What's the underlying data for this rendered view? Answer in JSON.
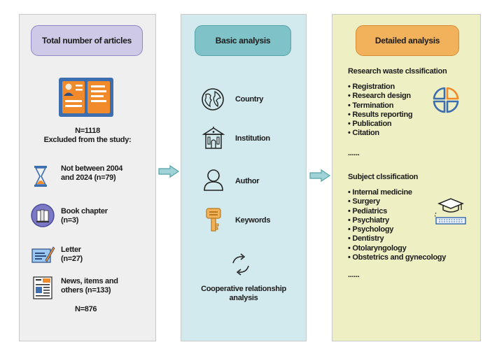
{
  "panels": {
    "total": {
      "header": "Total number of articles",
      "n_start": "N=1118",
      "excluded_label": "Excluded from the study:",
      "exclusions": [
        {
          "icon": "hourglass-icon",
          "line1": "Not between 2004",
          "line2": "and 2024 (n=79)"
        },
        {
          "icon": "book-icon",
          "line1": "Book chapter",
          "line2": "(n=3)"
        },
        {
          "icon": "letter-icon",
          "line1": "Letter",
          "line2": "(n=27)"
        },
        {
          "icon": "newspaper-icon",
          "line1": "News, items and",
          "line2": "others (n=133)"
        }
      ],
      "n_final": "N=876"
    },
    "basic": {
      "header": "Basic analysis",
      "items": [
        {
          "icon": "globe-icon",
          "label": "Country"
        },
        {
          "icon": "building-icon",
          "label": "Institution"
        },
        {
          "icon": "person-icon",
          "label": "Author"
        },
        {
          "icon": "key-icon",
          "label": "Keywords"
        }
      ],
      "cooperative_line1": "Cooperative relationship",
      "cooperative_line2": "analysis"
    },
    "detailed": {
      "header": "Detailed analysis",
      "waste_title": "Research waste clssification",
      "waste_items": [
        "Registration",
        "Research design",
        "Termination",
        "Results reporting",
        "Publication",
        "Citation"
      ],
      "waste_more": "......",
      "subject_title": "Subject clssification",
      "subject_items": [
        "Internal medicine",
        "Surgery",
        "Pediatrics",
        "Psychiatry",
        "Psychology",
        "Dentistry",
        "Otolaryngology",
        "Obstetrics and gynecology"
      ],
      "subject_more": "......"
    }
  },
  "colors": {
    "panel_total": "#efefef",
    "panel_basic": "#d2eaee",
    "panel_detailed": "#eef0c4",
    "header_total": "#cdc9e6",
    "header_basic": "#7fc3c8",
    "header_detailed": "#f2b25c",
    "arrow": "#7fc3c8",
    "icon_accent": "#3d6fb0"
  }
}
